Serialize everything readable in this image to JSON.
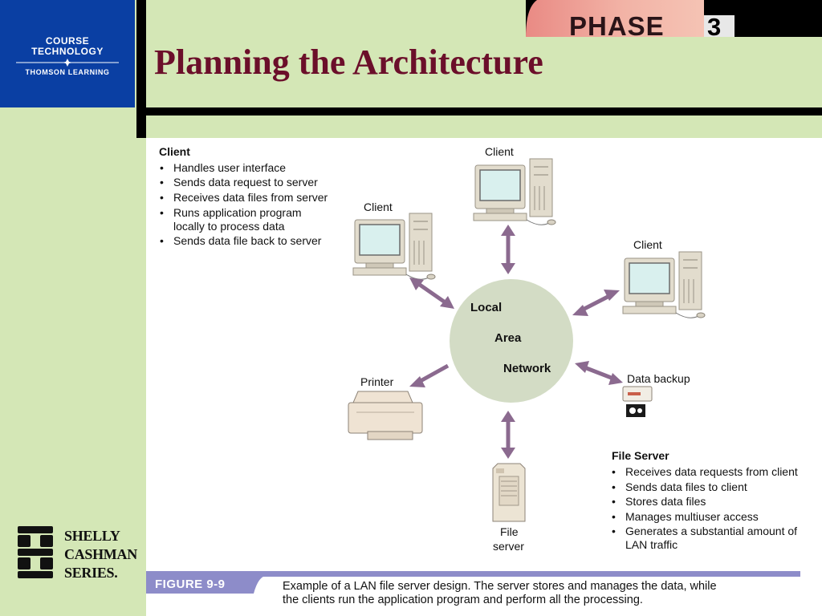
{
  "logo": {
    "line1": "COURSE",
    "line2": "TECHNOLOGY",
    "line3": "THOMSON LEARNING"
  },
  "phase_banner": "PHASE",
  "phase_number": "3",
  "title": "Planning the Architecture",
  "client_panel": {
    "heading": "Client",
    "bullets": [
      "Handles user interface",
      "Sends data request to server",
      "Receives data files from server",
      "Runs application program",
      "locally to process data",
      "Sends data file back to server"
    ]
  },
  "diagram": {
    "lan_words": [
      "Local",
      "Area",
      "Network"
    ],
    "labels": {
      "client_top": "Client",
      "client_left": "Client",
      "client_right": "Client",
      "printer": "Printer",
      "data_backup": "Data backup",
      "file_server_line1": "File",
      "file_server_line2": "server"
    }
  },
  "file_server_panel": {
    "heading": "File Server",
    "bullets": [
      "Receives data requests from client",
      "Sends data files to client",
      "Stores data files",
      "Manages multiuser access",
      "Generates a substantial amount of",
      "LAN traffic"
    ]
  },
  "series_logo": {
    "word1": "SHELLY",
    "word2": "CASHMAN",
    "word3": "SERIES."
  },
  "figure": {
    "label": "FIGURE 9-9",
    "caption_line1": "Example of a LAN file server design. The server stores and manages the data, while",
    "caption_line2": "the clients run the application program and perform all the processing."
  },
  "colors": {
    "background": "#d4e7b6",
    "logo_blue": "#0a3fa3",
    "title_maroon": "#6b0f2a",
    "arrow_purple": "#8b6a8f",
    "lan_circle": "#d3dcc5",
    "caption_bar": "#8d8cc9"
  }
}
